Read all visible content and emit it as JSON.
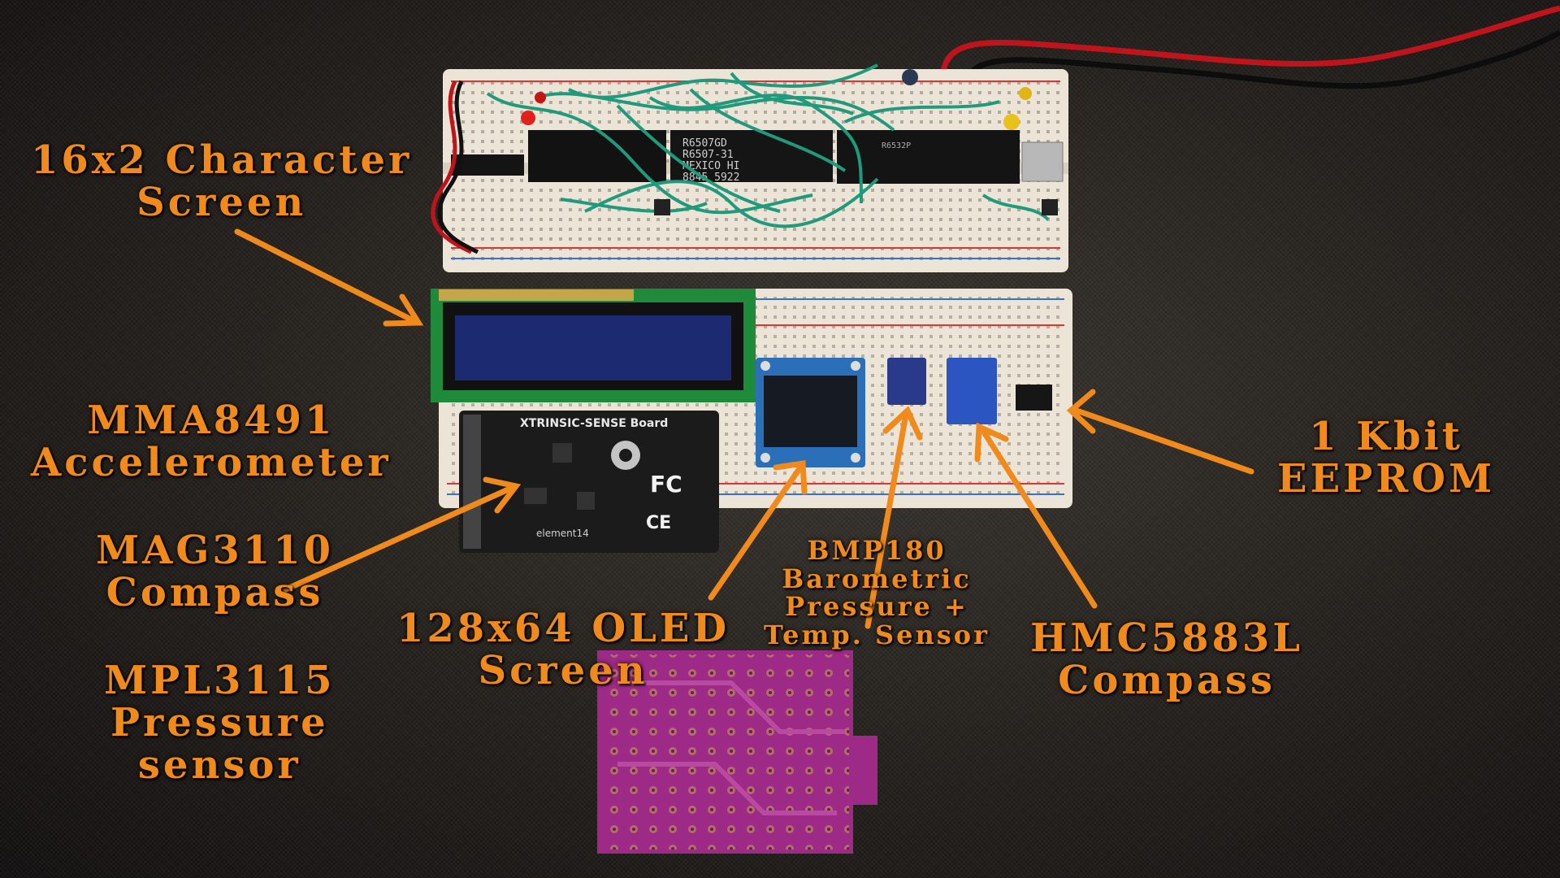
{
  "labels": {
    "character_screen": [
      "16x2 Character",
      "Screen"
    ],
    "accelerometer": [
      "MMA8491",
      "Accelerometer"
    ],
    "mag_compass": [
      "MAG3110",
      "Compass"
    ],
    "pressure_sensor": [
      "MPL3115",
      "Pressure",
      "sensor"
    ],
    "oled": [
      "128x64 OLED",
      "Screen"
    ],
    "bmp180": [
      "BMP180",
      "Barometric",
      "Pressure +",
      "Temp. Sensor"
    ],
    "hmc_compass": [
      "HMC5883L",
      "Compass"
    ],
    "eeprom": [
      "1 Kbit",
      "EEPROM"
    ]
  },
  "board_text": {
    "chip1": [
      "R6507GD",
      "R6507-31",
      "MEXICO HI",
      "8845 5922"
    ],
    "chip2": [
      "R6532P"
    ],
    "sense_board": "XTRINSIC-SENSE Board",
    "sense_board_brand": "element14",
    "fcc_mark": "FC",
    "ce_mark": "CE"
  },
  "colors": {
    "annotation": "#f08a1c",
    "breadboard": "#ece4d6",
    "wire": "#1f9a7c",
    "pcb": "#9c2a86",
    "lcd": "#1c2a72",
    "sensor_board": "#1b1b1b"
  }
}
